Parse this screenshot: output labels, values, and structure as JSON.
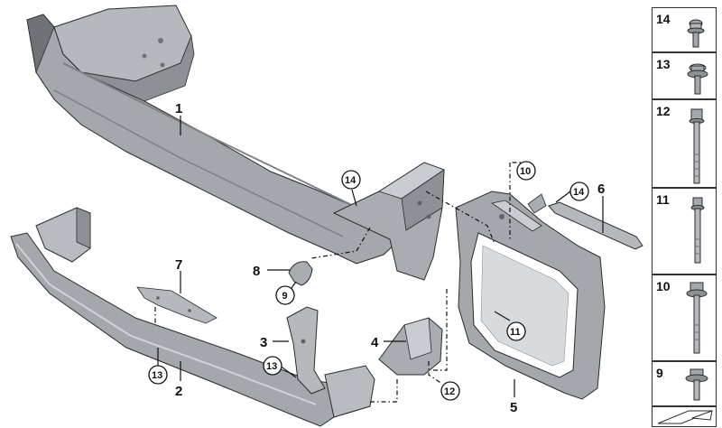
{
  "callouts": {
    "p1": "1",
    "p2": "2",
    "p3": "3",
    "p4": "4",
    "p5": "5",
    "p6": "6",
    "p7": "7",
    "p8": "8",
    "c9": "9",
    "c10": "10",
    "c11": "11",
    "c12": "12",
    "c13a": "13",
    "c13b": "13",
    "c14a": "14",
    "c14b": "14"
  },
  "fastener_column": [
    {
      "number": "14",
      "icon": "flange-bolt-short-icon"
    },
    {
      "number": "13",
      "icon": "washer-bolt-icon"
    },
    {
      "number": "12",
      "icon": "long-hex-bolt-icon"
    },
    {
      "number": "11",
      "icon": "hex-bolt-icon"
    },
    {
      "number": "10",
      "icon": "collar-bolt-icon"
    },
    {
      "number": "9",
      "icon": "flange-screw-icon"
    }
  ],
  "colors": {
    "part_fill": "#a4a7ab",
    "part_light": "#c9ccd0",
    "part_dark": "#6f7378",
    "outline": "#2b2b2b",
    "line": "#111111"
  }
}
